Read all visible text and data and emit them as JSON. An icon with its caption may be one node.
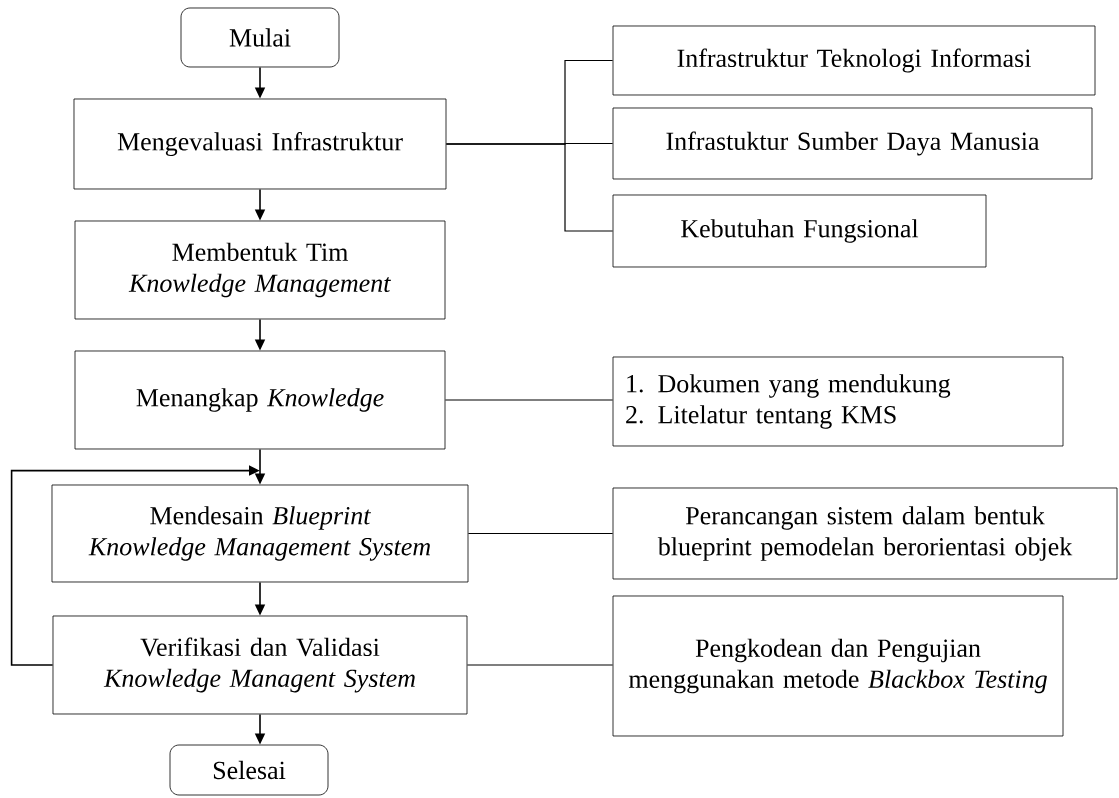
{
  "diagram": {
    "nodes": [
      {
        "text": [
          "Mulai"
        ]
      },
      {
        "text": [
          "Mengevaluasi Infrastruktur"
        ]
      },
      {
        "text": [
          "Membentuk Tim *Knowledge Management*"
        ]
      },
      {
        "text": [
          "Menangkap *Knowledge*"
        ]
      },
      {
        "text": [
          "Mendesain *Blueprint Knowledge Management System*"
        ]
      },
      {
        "text": [
          "Verifikasi dan Validasi *Knowledge Managent System*"
        ]
      },
      {
        "text": [
          "Selesai"
        ]
      },
      {
        "text": [
          "Infrastruktur Teknologi Informasi"
        ]
      },
      {
        "text": [
          "Infrastuktur Sumber Daya Manusia"
        ]
      },
      {
        "text": [
          "Kebutuhan Fungsional"
        ]
      },
      {
        "text": [
          "1. Dokumen yang mendukung",
          "2. Litelatur tentang KMS"
        ]
      },
      {
        "text": [
          "Perancangan sistem dalam bentuk blueprint pemodelan berorientasi objek"
        ]
      },
      {
        "text": [
          "Pengkodean dan Pengujian menggunakan metode *Blackbox Testing*"
        ]
      }
    ],
    "edges": [
      {
        "from": 0,
        "to": 1,
        "arrow": "to"
      },
      {
        "from": 1,
        "to": 2,
        "arrow": "to"
      },
      {
        "from": 2,
        "to": 3,
        "arrow": "to"
      },
      {
        "from": 3,
        "to": 4,
        "arrow": "to"
      },
      {
        "from": 4,
        "to": 5,
        "arrow": "to"
      },
      {
        "from": 5,
        "to": 6,
        "arrow": "to"
      },
      {
        "from": 5,
        "to": 4,
        "arrow": "to"
      },
      {
        "from": 1,
        "to": 7,
        "arrow": "none"
      },
      {
        "from": 1,
        "to": 8,
        "arrow": "none"
      },
      {
        "from": 1,
        "to": 9,
        "arrow": "none"
      },
      {
        "from": 3,
        "to": 10,
        "arrow": "none"
      },
      {
        "from": 4,
        "to": 11,
        "arrow": "none"
      },
      {
        "from": 5,
        "to": 12,
        "arrow": "none"
      }
    ]
  }
}
